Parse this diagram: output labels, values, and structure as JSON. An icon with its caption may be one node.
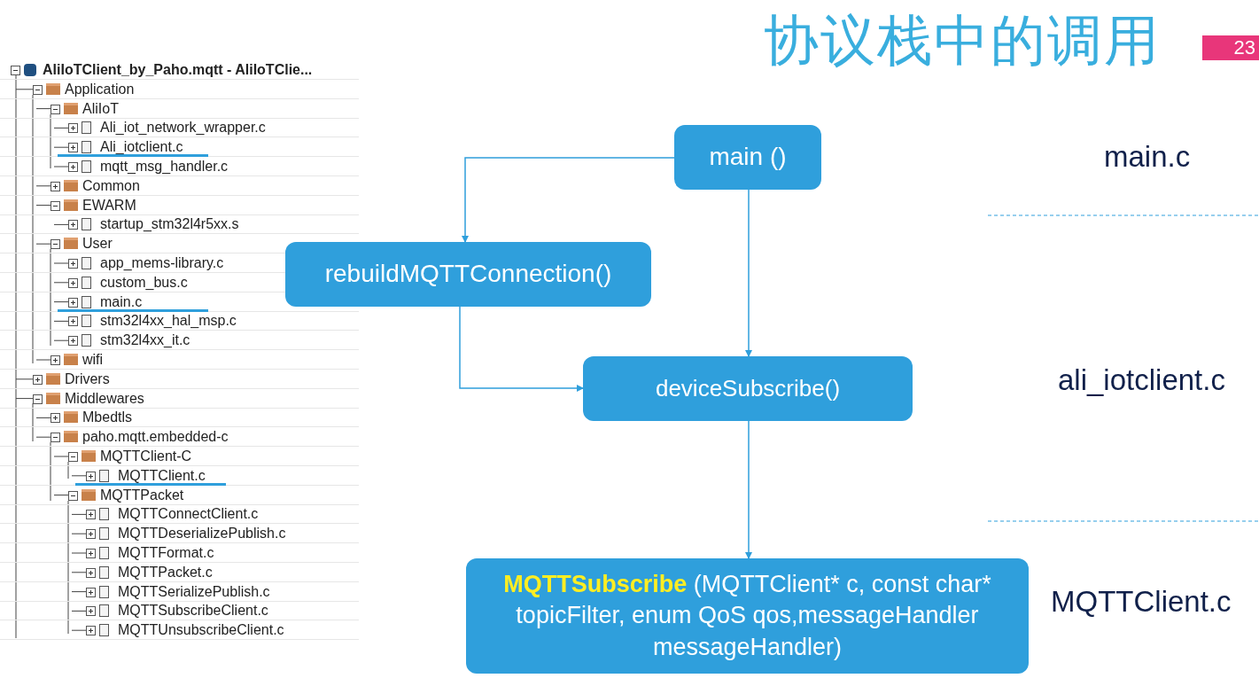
{
  "diagram": {
    "title": "协议栈中的调用",
    "nodes": [
      {
        "text": [
          "main ()"
        ]
      },
      {
        "text": [
          "rebuildMQTTConnection()"
        ]
      },
      {
        "text": [
          "deviceSubscribe()"
        ]
      },
      {
        "text": [
          "**MQTTSubscribe** (MQTTClient* c, const char* topicFilter, enum QoS qos,messageHandler messageHandler)"
        ]
      }
    ],
    "edges": [
      {
        "from": 0,
        "to": 1,
        "arrow": "to"
      },
      {
        "from": 0,
        "to": 2,
        "arrow": "to"
      },
      {
        "from": 1,
        "to": 2,
        "arrow": "to"
      },
      {
        "from": 2,
        "to": 3,
        "arrow": "to"
      }
    ],
    "labels": [
      "23",
      "AliIoTClient_by_Paho.mqtt - AliIoTClie...",
      "Application",
      "AliIoT",
      "Ali_iot_network_wrapper.c",
      "Ali_iotclient.c",
      "mqtt_msg_handler.c",
      "Common",
      "EWARM",
      "startup_stm32l4r5xx.s",
      "User",
      "app_mems-library.c",
      "custom_bus.c",
      "main.c",
      "stm32l4xx_hal_msp.c",
      "stm32l4xx_it.c",
      "wifi",
      "Drivers",
      "Middlewares",
      "Mbedtls",
      "paho.mqtt.embedded-c",
      "MQTTClient-C",
      "MQTTClient.c",
      "MQTTPacket",
      "MQTTConnectClient.c",
      "MQTTDeserializePublish.c",
      "MQTTFormat.c",
      "MQTTPacket.c",
      "MQTTSerializePublish.c",
      "MQTTSubscribeClient.c",
      "MQTTUnsubscribeClient.c",
      "main.c",
      "ali_iotclient.c",
      "MQTTClient.c"
    ]
  }
}
